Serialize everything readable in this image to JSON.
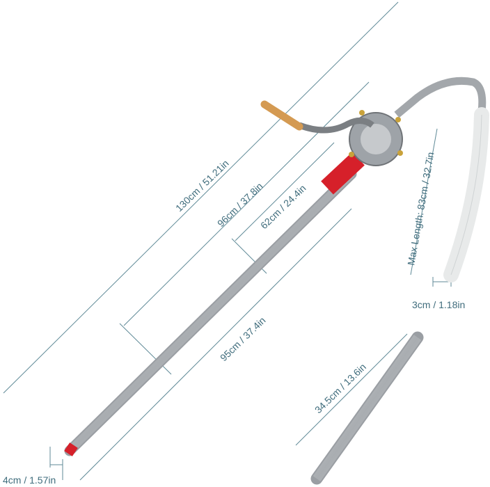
{
  "dimensions": {
    "total_length": "130cm / 51.21in",
    "upper_length": "96cm / 37.8in",
    "pump_to_joint": "62cm / 24.4in",
    "lower_length": "95cm / 37.4in",
    "tube_diameter": "4cm / 1.57in",
    "hose_max_length": "Max Length: 83cm / 32.7in",
    "hose_diameter": "3cm / 1.18in",
    "extension_tube": "34.5cm / 13.6in"
  },
  "colors": {
    "dimension_text": "#3f6c7c",
    "red_fitting": "#d6202a",
    "handle_wood": "#d49a52",
    "metal": "#b8bcc0"
  }
}
